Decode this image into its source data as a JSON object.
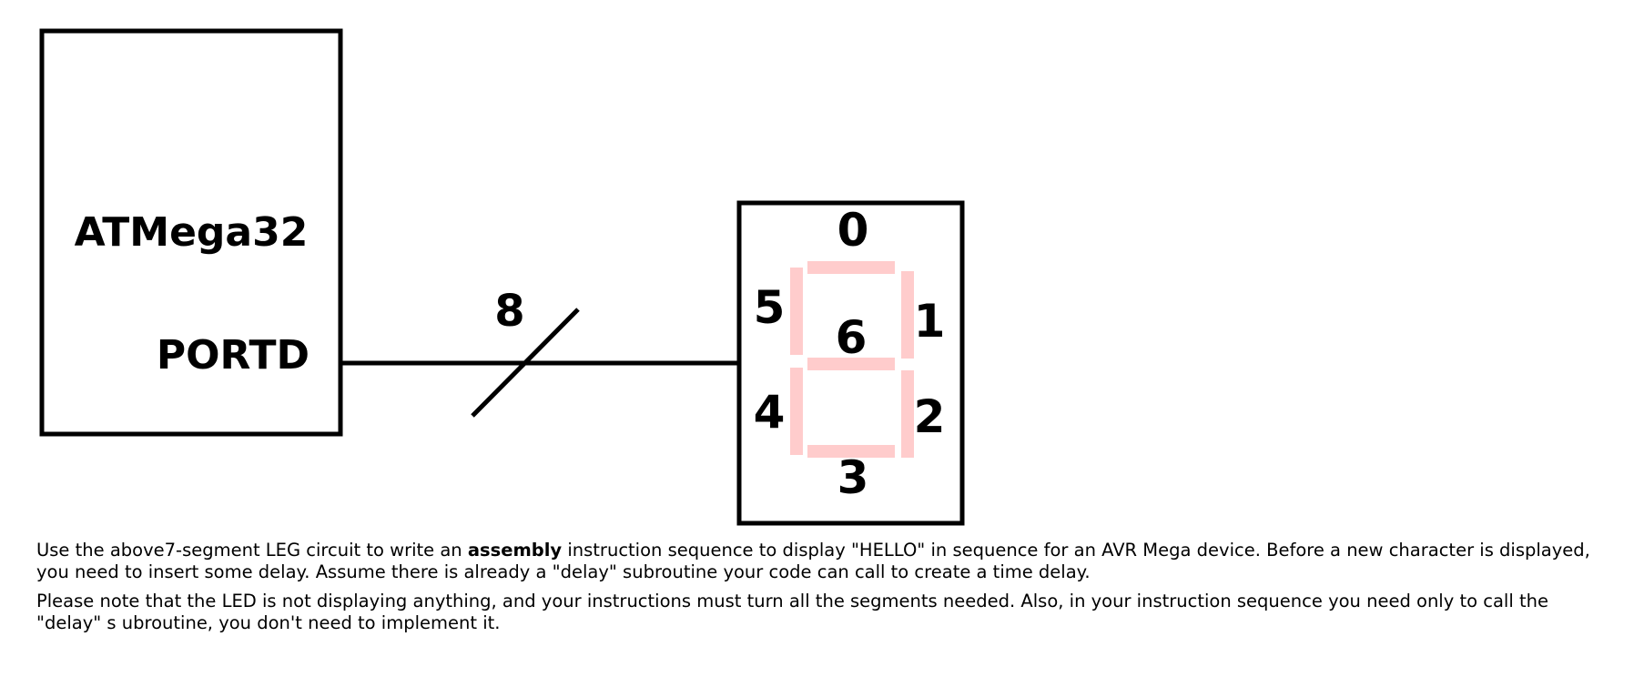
{
  "microcontroller": {
    "name": "ATMega32",
    "port_label": "PORTD"
  },
  "bus": {
    "width_label": "8"
  },
  "seven_segment": {
    "segment_labels": [
      "0",
      "1",
      "2",
      "3",
      "4",
      "5",
      "6"
    ],
    "segment_color": "#ffcccc"
  },
  "instructions": {
    "paragraph1": {
      "before": "Use the above7-segment LEG circuit to write an ",
      "bold": "assembly",
      "after": " instruction sequence to display \"HELLO\" in sequence for an AVR Mega device.  Before a new character is displayed, you need to insert some delay. Assume there is already a \"delay\" subroutine your code can call to create a time delay."
    },
    "paragraph2": "Please note that the LED is not displaying anything, and your instructions must turn all the segments needed. Also, in your instruction sequence you need only to call the \"delay\" s ubroutine, you don't need to implement it."
  }
}
